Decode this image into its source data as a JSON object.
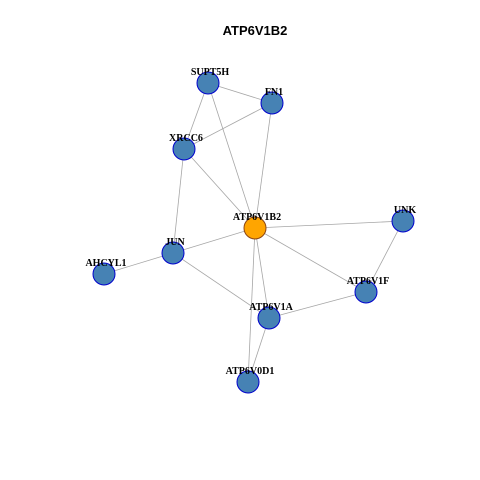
{
  "title": "ATP6V1B2",
  "colors": {
    "hub_fill": "#FFA500",
    "hub_stroke": "#8B4513",
    "node_fill": "#4682B4",
    "node_stroke": "#0000CD",
    "edge": "#A6A6A6"
  },
  "nodes": [
    {
      "id": "ATP6V1B2",
      "label": "ATP6V1B2",
      "hub": true
    },
    {
      "id": "SUPT5H",
      "label": "SUPT5H",
      "hub": false
    },
    {
      "id": "FN1",
      "label": "FN1",
      "hub": false
    },
    {
      "id": "XRCC6",
      "label": "XRCC6",
      "hub": false
    },
    {
      "id": "UNK",
      "label": "UNK",
      "hub": false
    },
    {
      "id": "JUN",
      "label": "JUN",
      "hub": false
    },
    {
      "id": "AHCYL1",
      "label": "AHCYL1",
      "hub": false
    },
    {
      "id": "ATP6V1F",
      "label": "ATP6V1F",
      "hub": false
    },
    {
      "id": "ATP6V1A",
      "label": "ATP6V1A",
      "hub": false
    },
    {
      "id": "ATP6V0D1",
      "label": "ATP6V0D1",
      "hub": false
    }
  ],
  "edges": [
    [
      "SUPT5H",
      "FN1"
    ],
    [
      "SUPT5H",
      "XRCC6"
    ],
    [
      "SUPT5H",
      "ATP6V1B2"
    ],
    [
      "FN1",
      "XRCC6"
    ],
    [
      "FN1",
      "ATP6V1B2"
    ],
    [
      "XRCC6",
      "ATP6V1B2"
    ],
    [
      "XRCC6",
      "JUN"
    ],
    [
      "ATP6V1B2",
      "UNK"
    ],
    [
      "ATP6V1B2",
      "JUN"
    ],
    [
      "ATP6V1B2",
      "ATP6V1F"
    ],
    [
      "ATP6V1B2",
      "ATP6V1A"
    ],
    [
      "ATP6V1B2",
      "ATP6V0D1"
    ],
    [
      "UNK",
      "ATP6V1F"
    ],
    [
      "JUN",
      "AHCYL1"
    ],
    [
      "JUN",
      "ATP6V1A"
    ],
    [
      "ATP6V1A",
      "ATP6V1F"
    ],
    [
      "ATP6V1A",
      "ATP6V0D1"
    ]
  ]
}
